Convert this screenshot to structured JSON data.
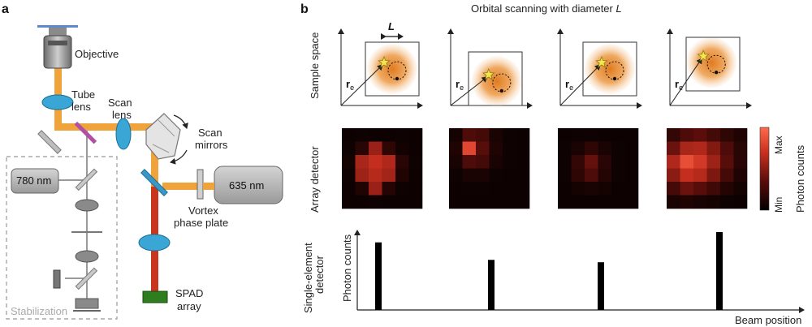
{
  "panel_a": {
    "letter": "a",
    "labels": {
      "objective": "Objective",
      "tube_lens_1": "Tube",
      "tube_lens_2": "lens",
      "scan_lens_1": "Scan",
      "scan_lens_2": "lens",
      "scan_mirrors_1": "Scan",
      "scan_mirrors_2": "mirrors",
      "laser_780": "780 nm",
      "laser_635": "635 nm",
      "vortex_1": "Vortex",
      "vortex_2": "phase plate",
      "spad_1": "SPAD",
      "spad_2": "array",
      "stabilization": "Stabilization"
    }
  },
  "panel_b": {
    "letter": "b",
    "title_prefix": "Orbital scanning with diameter ",
    "title_var": "L",
    "L_label": "L",
    "row_labels": {
      "sample_space": "Sample space",
      "array_detector": "Array detector",
      "single_1": "Single-element",
      "single_2": "detector"
    },
    "r_symbol": "r",
    "r_subscript": "e",
    "colorbar": {
      "max": "Max",
      "min": "Min",
      "title": "Photon counts"
    },
    "single_ylabel": "Photon counts",
    "single_xlabel": "Beam position",
    "single_counts": [
      0.85,
      0.63,
      0.6,
      0.98
    ],
    "heatmaps": [
      [
        [
          0.05,
          0.06,
          0.05,
          0.05,
          0.06,
          0.05
        ],
        [
          0.06,
          0.15,
          0.55,
          0.18,
          0.07,
          0.05
        ],
        [
          0.08,
          0.6,
          0.68,
          0.62,
          0.16,
          0.06
        ],
        [
          0.06,
          0.56,
          0.64,
          0.58,
          0.12,
          0.05
        ],
        [
          0.05,
          0.12,
          0.55,
          0.14,
          0.06,
          0.05
        ],
        [
          0.05,
          0.05,
          0.06,
          0.05,
          0.05,
          0.05
        ]
      ],
      [
        [
          0.08,
          0.3,
          0.26,
          0.1,
          0.06,
          0.05
        ],
        [
          0.12,
          0.82,
          0.34,
          0.12,
          0.06,
          0.05
        ],
        [
          0.1,
          0.3,
          0.26,
          0.1,
          0.06,
          0.05
        ],
        [
          0.06,
          0.1,
          0.1,
          0.06,
          0.05,
          0.05
        ],
        [
          0.05,
          0.06,
          0.06,
          0.05,
          0.05,
          0.05
        ],
        [
          0.05,
          0.05,
          0.05,
          0.05,
          0.05,
          0.05
        ]
      ],
      [
        [
          0.05,
          0.06,
          0.06,
          0.05,
          0.05,
          0.05
        ],
        [
          0.06,
          0.1,
          0.18,
          0.1,
          0.06,
          0.05
        ],
        [
          0.06,
          0.2,
          0.38,
          0.16,
          0.06,
          0.05
        ],
        [
          0.06,
          0.18,
          0.3,
          0.14,
          0.06,
          0.05
        ],
        [
          0.05,
          0.08,
          0.1,
          0.08,
          0.05,
          0.05
        ],
        [
          0.05,
          0.05,
          0.05,
          0.05,
          0.05,
          0.05
        ]
      ],
      [
        [
          0.2,
          0.3,
          0.35,
          0.26,
          0.18,
          0.12
        ],
        [
          0.4,
          0.6,
          0.62,
          0.48,
          0.3,
          0.15
        ],
        [
          0.62,
          0.86,
          0.75,
          0.56,
          0.34,
          0.16
        ],
        [
          0.5,
          0.68,
          0.64,
          0.46,
          0.26,
          0.12
        ],
        [
          0.26,
          0.4,
          0.34,
          0.24,
          0.14,
          0.08
        ],
        [
          0.1,
          0.12,
          0.1,
          0.08,
          0.06,
          0.05
        ]
      ]
    ]
  },
  "colors": {
    "orange_beam": "#f0a33a",
    "red_beam": "#c9361e",
    "lens_blue": "#3aa6d6",
    "spad_green": "#2e7d1e",
    "star_yellow": "#f5e650"
  }
}
